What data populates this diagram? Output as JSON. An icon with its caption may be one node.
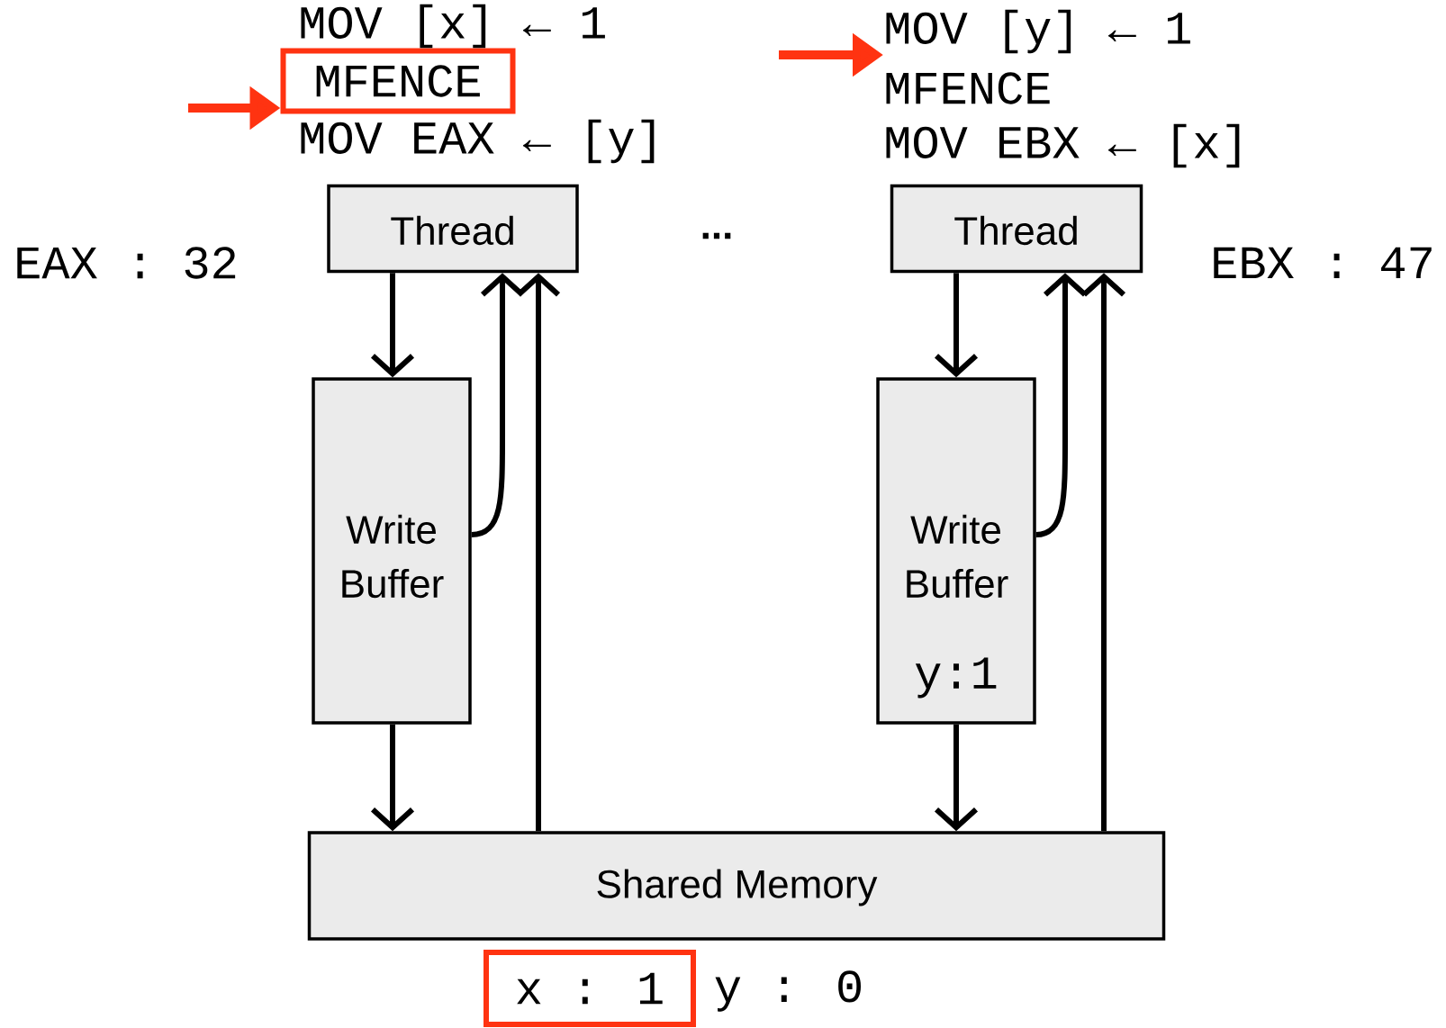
{
  "diagram": {
    "nodes": [
      {
        "text": [
          "MFENCE"
        ]
      },
      {
        "text": [
          "MOV [y] ← 1"
        ]
      },
      {
        "text": [
          "Thread"
        ]
      },
      {
        "text": [
          "Thread"
        ]
      },
      {
        "text": [
          "Write Buffer"
        ]
      },
      {
        "text": [
          "Write Buffer",
          "y:1"
        ]
      },
      {
        "text": [
          "Shared Memory"
        ]
      },
      {
        "text": [
          "x : 1"
        ]
      }
    ],
    "edges": [
      {
        "from": 2,
        "to": 4,
        "arrow": "to"
      },
      {
        "from": 4,
        "to": 2,
        "arrow": "to"
      },
      {
        "from": 6,
        "to": 2,
        "arrow": "to"
      },
      {
        "from": 4,
        "to": 6,
        "arrow": "to"
      },
      {
        "from": 3,
        "to": 5,
        "arrow": "to"
      },
      {
        "from": 5,
        "to": 3,
        "arrow": "to"
      },
      {
        "from": 6,
        "to": 3,
        "arrow": "to"
      },
      {
        "from": 5,
        "to": 6,
        "arrow": "to"
      },
      {
        "from": null,
        "to": 0,
        "arrow": "to",
        "color": "#ff3311"
      },
      {
        "from": null,
        "to": 1,
        "arrow": "to",
        "color": "#ff3311"
      }
    ],
    "labels": [
      "MOV [x] ← 1",
      "MOV EAX ← [y]",
      "MFENCE",
      "MOV EBX ← [x]",
      "...",
      "EAX : 32",
      "EBX : 47",
      "y : 0"
    ]
  }
}
